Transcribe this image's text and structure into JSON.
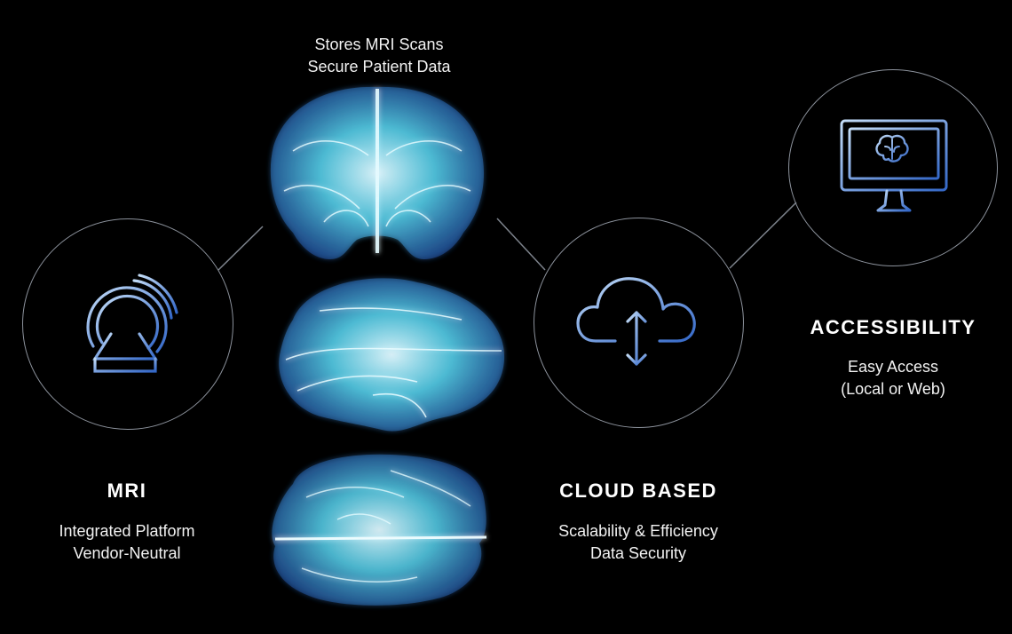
{
  "top": {
    "line1": "Stores MRI Scans",
    "line2": "Secure Patient Data"
  },
  "mri": {
    "title": "MRI",
    "line1": "Integrated Platform",
    "line2": "Vendor-Neutral"
  },
  "cloud": {
    "title": "CLOUD BASED",
    "line1": "Scalability & Efficiency",
    "line2": "Data Security"
  },
  "access": {
    "title": "ACCESSIBILITY",
    "line1": "Easy Access",
    "line2": "(Local or Web)"
  },
  "colors": {
    "background": "#000000",
    "circle_stroke": "#8c929c",
    "icon_blue": "#3f7fd6",
    "icon_light": "#b9d2f2",
    "brain_glow": "#5fe0ff"
  },
  "icons": {
    "mri": "mri-scanner-icon",
    "cloud": "cloud-sync-icon",
    "access": "monitor-brain-icon"
  }
}
